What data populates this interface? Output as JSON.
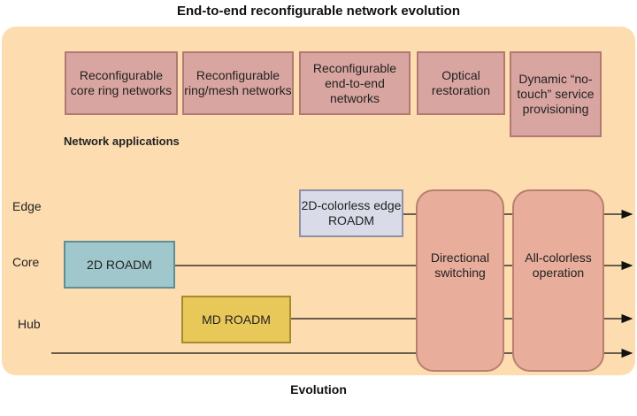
{
  "title": "End-to-end reconfigurable network evolution",
  "applications": {
    "heading": "Network applications",
    "items": [
      "Reconfigurable core ring networks",
      "Reconfigurable ring/mesh networks",
      "Reconfigurable end-to-end networks",
      "Optical restoration",
      "Dynamic “no-touch” service provisioning"
    ]
  },
  "rows": {
    "edge": "Edge",
    "core": "Core",
    "hub": "Hub"
  },
  "nodes": {
    "colorless_edge": "2D-colorless edge ROADM",
    "roadm_2d": "2D ROADM",
    "md_roadm": "MD ROADM",
    "directional": "Directional switching",
    "all_colorless": "All-colorless operation"
  },
  "xaxis": "Evolution",
  "colors": {
    "panel": "#fdddb0",
    "app_box": "#d9a5a0",
    "capsule": "#e8ad9b",
    "colorless_box": "#d9dbe8",
    "roadm_2d_box": "#9fc7cc",
    "md_box": "#e9c85a"
  }
}
